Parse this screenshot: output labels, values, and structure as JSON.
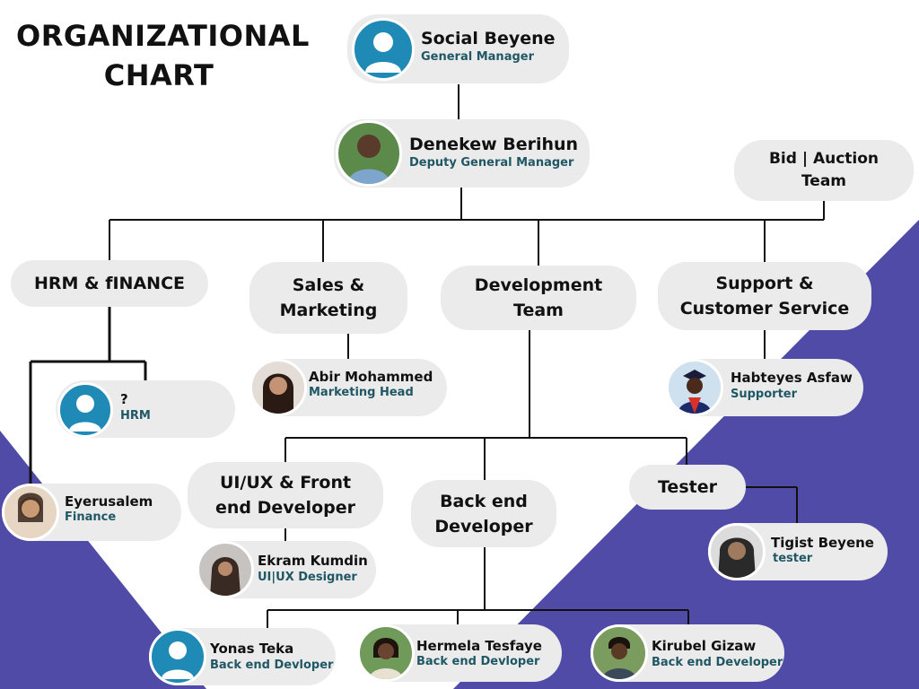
{
  "title_lines": [
    "ORGANIZATIONAL",
    "CHART"
  ],
  "colors": {
    "accent_bg": "#4f4ba6",
    "card": "#ebebeb",
    "role_text": "#1f5765",
    "avatar_generic": "#1f8ab5",
    "line": "#111111"
  },
  "people": {
    "gm": {
      "name": "Social Beyene",
      "role": "General Manager",
      "avatar": "person-placeholder-icon"
    },
    "dgm": {
      "name": "Denekew Berihun",
      "role": "Deputy General Manager",
      "avatar": "photo"
    },
    "hrm": {
      "name": "?",
      "role": "HRM",
      "avatar": "person-placeholder-icon"
    },
    "finance": {
      "name": "Eyerusalem",
      "role": "Finance",
      "avatar": "photo"
    },
    "marketing": {
      "name": "Abir Mohammed",
      "role": "Marketing Head",
      "avatar": "photo"
    },
    "support": {
      "name": "Habteyes Asfaw",
      "role": "Supporter",
      "avatar": "photo"
    },
    "designer": {
      "name": "Ekram Kumdin",
      "role": "UI|UX Designer",
      "avatar": "photo"
    },
    "tester": {
      "name": "Tigist Beyene",
      "role": "tester",
      "avatar": "photo"
    },
    "backend1": {
      "name": "Yonas Teka",
      "role": "Back end Devloper",
      "avatar": "person-placeholder-icon"
    },
    "backend2": {
      "name": "Hermela Tesfaye",
      "role": "Back end Devloper",
      "avatar": "photo"
    },
    "backend3": {
      "name": "Kirubel  Gizaw",
      "role": "Back end Developer",
      "avatar": "photo"
    }
  },
  "departments": {
    "bid": [
      "Bid | Auction",
      "Team"
    ],
    "hrm_finance": [
      "HRM & fINANCE"
    ],
    "sales": [
      "Sales &",
      "Marketing"
    ],
    "dev": [
      "Development",
      "Team"
    ],
    "support": [
      "Support &",
      "Customer Service"
    ],
    "uiux": [
      "UI/UX & Front",
      "end Developer"
    ],
    "backend": [
      "Back end",
      "Developer"
    ],
    "tester": [
      "Tester"
    ]
  }
}
